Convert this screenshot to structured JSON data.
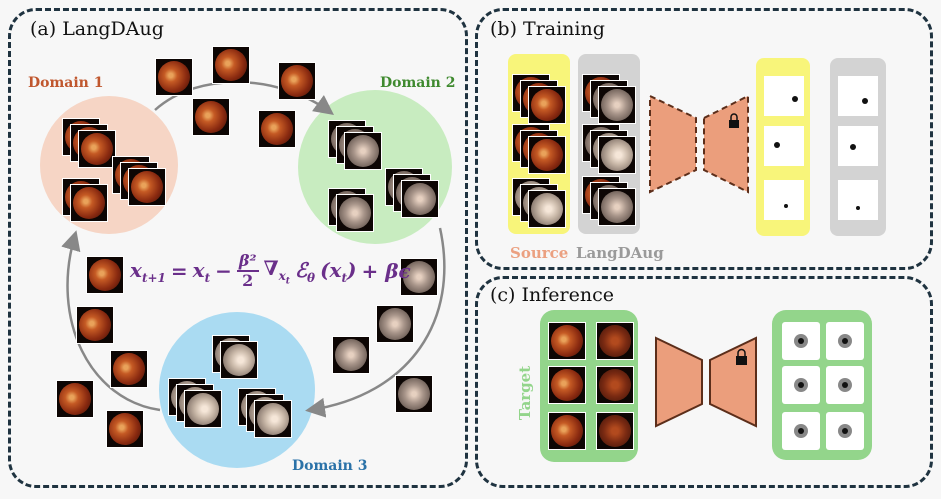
{
  "panel_a": {
    "title": "(a) LangDAug"
  },
  "panel_b": {
    "title": "(b) Training"
  },
  "panel_c": {
    "title": "(c) Inference"
  },
  "domains": {
    "d1": "Domain 1",
    "d2": "Domain 2",
    "d3": "Domain 3"
  },
  "equation": {
    "lhs": "x",
    "lhs_sub": "t+1",
    "eq": "=",
    "x": "x",
    "x_sub": "t",
    "minus": "−",
    "frac_num": "β²",
    "frac_den": "2",
    "nabla": "∇",
    "nabla_sub": "x",
    "nabla_subsub": "t",
    "energy": "ℰ",
    "energy_sub": "θ",
    "paren": "(x",
    "paren_sub": "t",
    "paren_close": ")",
    "plus": "+ βϵ"
  },
  "training": {
    "source_label": "Source",
    "langdaug_label": "LangDAug"
  },
  "inference": {
    "target_label": "Target"
  },
  "colors": {
    "domain1": "#f6d5c5",
    "domain2": "#c8ecc0",
    "domain3": "#aadbf2",
    "source": "#f8f57a",
    "langdaug": "#d3d3d3",
    "target": "#93d58b",
    "encoder": "#eb9e7c",
    "equation": "#6a2f8a"
  }
}
